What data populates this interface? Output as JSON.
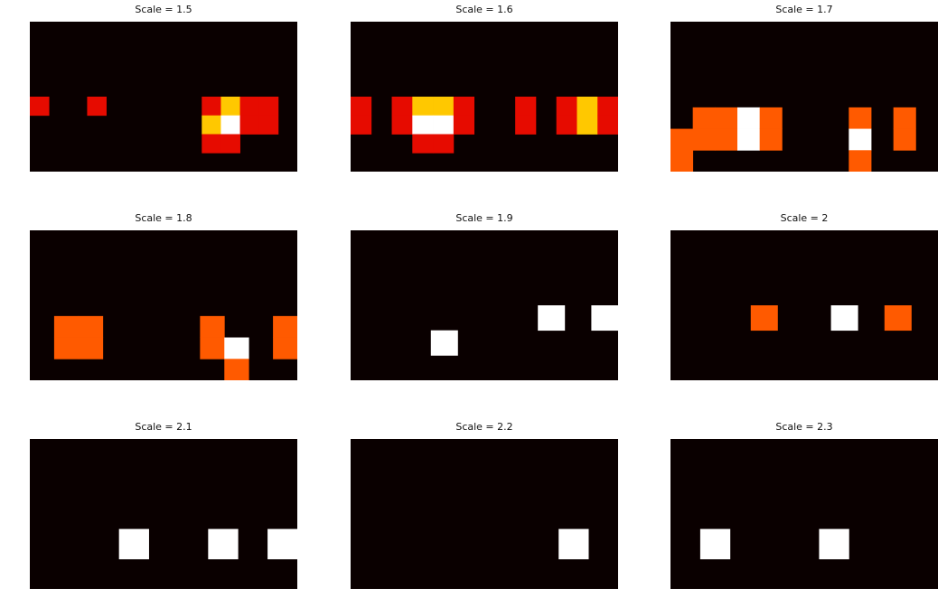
{
  "chart_data": [
    {
      "type": "heatmap",
      "title": "Scale = 1.5",
      "rows": 8,
      "cols": 14,
      "cells": [
        {
          "row": 4,
          "col": 0,
          "level": "red"
        },
        {
          "row": 4,
          "col": 3,
          "level": "red"
        },
        {
          "row": 4,
          "col": 9,
          "level": "red"
        },
        {
          "row": 4,
          "col": 10,
          "level": "yellow"
        },
        {
          "row": 4,
          "col": 11,
          "level": "red"
        },
        {
          "row": 5,
          "col": 9,
          "level": "yellow"
        },
        {
          "row": 5,
          "col": 10,
          "level": "white"
        },
        {
          "row": 5,
          "col": 11,
          "level": "red"
        },
        {
          "row": 6,
          "col": 9,
          "level": "red"
        },
        {
          "row": 6,
          "col": 10,
          "level": "red"
        },
        {
          "row": 4,
          "col": 12,
          "level": "red"
        },
        {
          "row": 5,
          "col": 12,
          "level": "red"
        }
      ]
    },
    {
      "type": "heatmap",
      "title": "Scale = 1.6",
      "rows": 8,
      "cols": 13,
      "cells": [
        {
          "row": 4,
          "col": 0,
          "level": "red"
        },
        {
          "row": 5,
          "col": 0,
          "level": "red"
        },
        {
          "row": 4,
          "col": 2,
          "level": "red"
        },
        {
          "row": 5,
          "col": 2,
          "level": "red"
        },
        {
          "row": 4,
          "col": 3,
          "level": "yellow"
        },
        {
          "row": 4,
          "col": 4,
          "level": "yellow"
        },
        {
          "row": 5,
          "col": 3,
          "level": "white"
        },
        {
          "row": 5,
          "col": 4,
          "level": "white"
        },
        {
          "row": 6,
          "col": 3,
          "level": "red"
        },
        {
          "row": 6,
          "col": 4,
          "level": "red"
        },
        {
          "row": 4,
          "col": 5,
          "level": "red"
        },
        {
          "row": 5,
          "col": 5,
          "level": "red"
        },
        {
          "row": 4,
          "col": 8,
          "level": "red"
        },
        {
          "row": 5,
          "col": 8,
          "level": "red"
        },
        {
          "row": 4,
          "col": 10,
          "level": "red"
        },
        {
          "row": 5,
          "col": 10,
          "level": "red"
        },
        {
          "row": 4,
          "col": 11,
          "level": "yellow"
        },
        {
          "row": 5,
          "col": 11,
          "level": "yellow"
        },
        {
          "row": 4,
          "col": 12,
          "level": "red"
        },
        {
          "row": 5,
          "col": 12,
          "level": "red"
        }
      ]
    },
    {
      "type": "heatmap",
      "title": "Scale = 1.7",
      "rows": 7,
      "cols": 12,
      "cells": [
        {
          "row": 4,
          "col": 1,
          "level": "orange"
        },
        {
          "row": 5,
          "col": 1,
          "level": "orange"
        },
        {
          "row": 4,
          "col": 2,
          "level": "orange"
        },
        {
          "row": 5,
          "col": 2,
          "level": "orange"
        },
        {
          "row": 4,
          "col": 3,
          "level": "white"
        },
        {
          "row": 5,
          "col": 3,
          "level": "white"
        },
        {
          "row": 4,
          "col": 4,
          "level": "orange"
        },
        {
          "row": 5,
          "col": 4,
          "level": "orange"
        },
        {
          "row": 5,
          "col": 0,
          "level": "orange"
        },
        {
          "row": 6,
          "col": 0,
          "level": "orange"
        },
        {
          "row": 4,
          "col": 8,
          "level": "orange"
        },
        {
          "row": 5,
          "col": 8,
          "level": "white"
        },
        {
          "row": 6,
          "col": 8,
          "level": "orange"
        },
        {
          "row": 4,
          "col": 10,
          "level": "orange"
        },
        {
          "row": 5,
          "col": 10,
          "level": "orange"
        }
      ]
    },
    {
      "type": "heatmap",
      "title": "Scale = 1.8",
      "rows": 7,
      "cols": 11,
      "cells": [
        {
          "row": 4,
          "col": 1,
          "level": "orange"
        },
        {
          "row": 5,
          "col": 1,
          "level": "orange"
        },
        {
          "row": 4,
          "col": 2,
          "level": "orange"
        },
        {
          "row": 5,
          "col": 2,
          "level": "orange"
        },
        {
          "row": 4,
          "col": 7,
          "level": "orange"
        },
        {
          "row": 5,
          "col": 7,
          "level": "orange"
        },
        {
          "row": 5,
          "col": 8,
          "level": "white"
        },
        {
          "row": 6,
          "col": 8,
          "level": "orange"
        },
        {
          "row": 4,
          "col": 10,
          "level": "orange"
        },
        {
          "row": 5,
          "col": 10,
          "level": "orange"
        }
      ]
    },
    {
      "type": "heatmap",
      "title": "Scale = 1.9",
      "rows": 6,
      "cols": 10,
      "cells": [
        {
          "row": 4,
          "col": 3,
          "level": "white"
        },
        {
          "row": 3,
          "col": 7,
          "level": "white"
        },
        {
          "row": 3,
          "col": 9,
          "level": "white"
        }
      ]
    },
    {
      "type": "heatmap",
      "title": "Scale = 2",
      "rows": 6,
      "cols": 10,
      "cells": [
        {
          "row": 3,
          "col": 3,
          "level": "orange"
        },
        {
          "row": 3,
          "col": 6,
          "level": "white"
        },
        {
          "row": 3,
          "col": 8,
          "level": "orange"
        }
      ]
    },
    {
      "type": "heatmap",
      "title": "Scale = 2.1",
      "rows": 5,
      "cols": 9,
      "cells": [
        {
          "row": 3,
          "col": 3,
          "level": "white"
        },
        {
          "row": 3,
          "col": 6,
          "level": "white"
        },
        {
          "row": 3,
          "col": 8,
          "level": "white"
        }
      ]
    },
    {
      "type": "heatmap",
      "title": "Scale = 2.2",
      "rows": 5,
      "cols": 9,
      "cells": [
        {
          "row": 3,
          "col": 7,
          "level": "white"
        }
      ]
    },
    {
      "type": "heatmap",
      "title": "Scale = 2.3",
      "rows": 5,
      "cols": 9,
      "cells": [
        {
          "row": 3,
          "col": 1,
          "level": "white"
        },
        {
          "row": 3,
          "col": 5,
          "level": "white"
        }
      ]
    }
  ],
  "colors": {
    "background": "#0a0000",
    "red": "#e60b00",
    "orange": "#ff5a00",
    "yellow": "#ffc800",
    "white": "#ffffff"
  }
}
